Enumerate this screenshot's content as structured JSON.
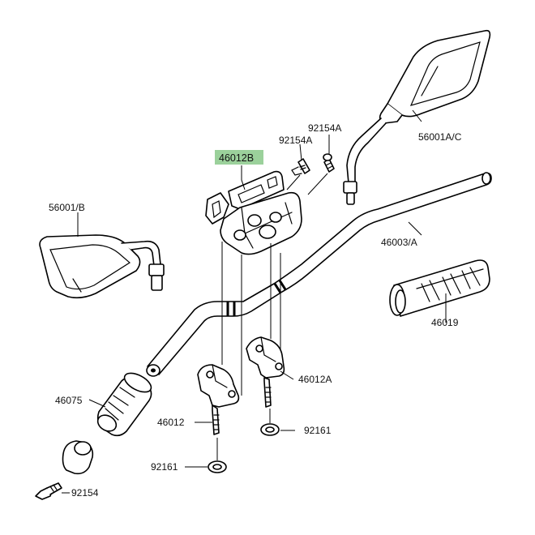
{
  "diagram": {
    "highlight_color": "#9bd19b",
    "labels": {
      "mirror_right": "56001A/C",
      "mirror_left": "56001/B",
      "handlebar": "46003/A",
      "holder_upper_b": "46012B",
      "bolt_upper_a1": "92154A",
      "bolt_upper_a2": "92154A",
      "grip_right": "46019",
      "grip_left": "46075",
      "holder_lower": "46012",
      "holder_lower_a": "46012A",
      "washer_right": "92161",
      "washer_left": "92161",
      "bolt_bottom": "92154"
    }
  }
}
